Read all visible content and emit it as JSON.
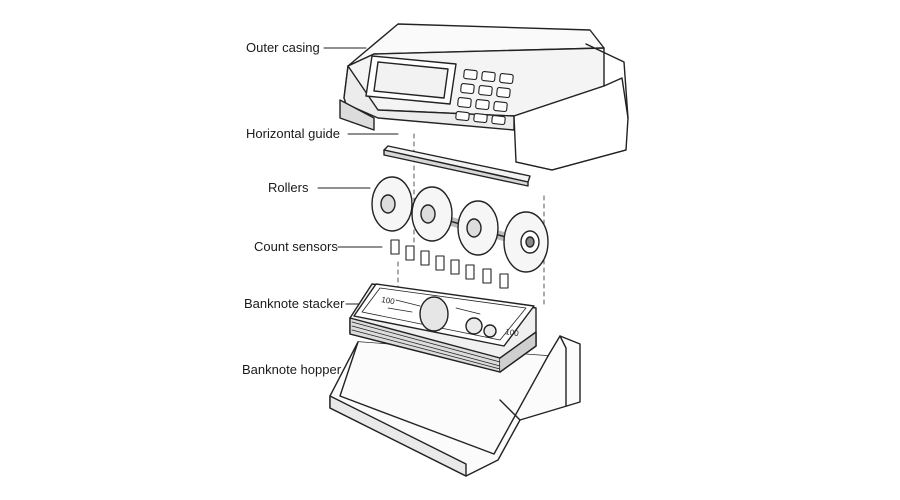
{
  "diagram": {
    "labels": {
      "outer_casing": "Outer casing",
      "horizontal_guide": "Horizontal guide",
      "rollers": "Rollers",
      "count_sensors": "Count sensors",
      "banknote_stacker": "Banknote stacker",
      "banknote_hopper": "Banknote hopper"
    },
    "banknote": {
      "denomination": "100"
    }
  }
}
